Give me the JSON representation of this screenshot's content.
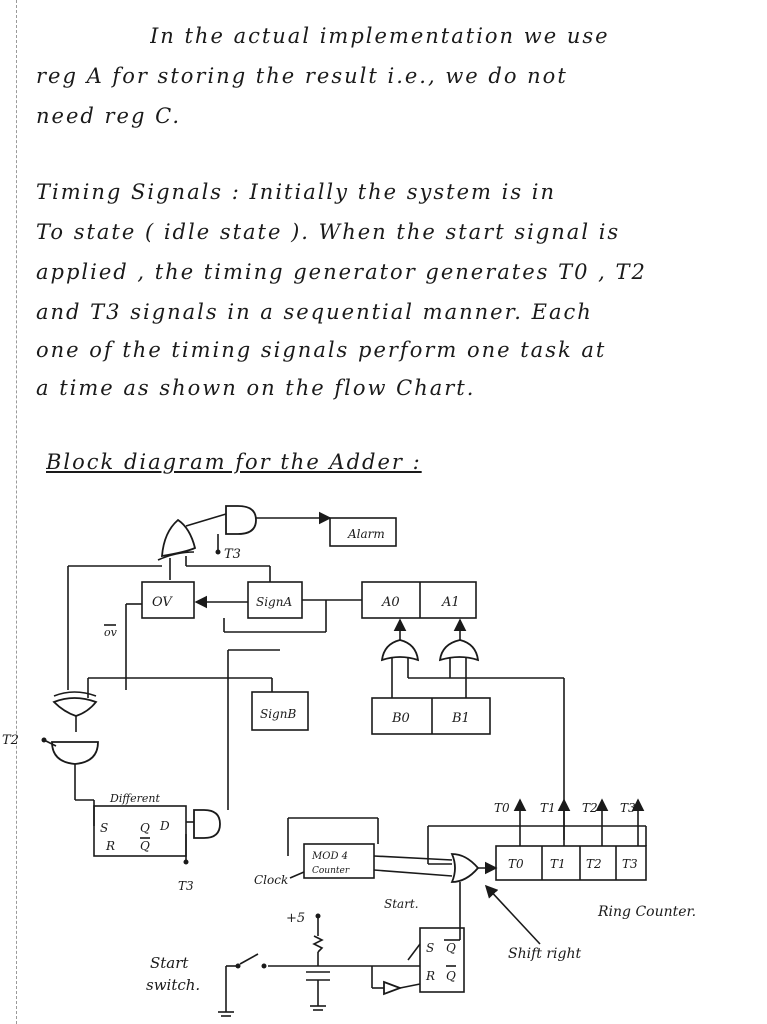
{
  "text_lines": [
    "In the actual implementation we use",
    "reg A for storing the result i.e., we do not",
    "need reg C.",
    "Timing Signals : Initially the system is in",
    "To state ( idle state ). When the start signal is",
    "applied , the timing generator generates T0 , T2",
    "and T3 signals in a sequential manner. Each",
    "one of the timing signals perform one task at",
    "a time as shown on the flow Chart."
  ],
  "diagram": {
    "title": "Block diagram for the Adder :",
    "alarm": "Alarm",
    "ov": "OV",
    "ov_bar": "ov",
    "sign_a": "SignA",
    "a0": "A0",
    "a1": "A1",
    "sign_b": "SignB",
    "b0": "B0",
    "b1": "B1",
    "t3_top": "T3",
    "t2_left": "T2",
    "different": "Different",
    "s": "S",
    "r": "R",
    "q": "Q",
    "q_bar": "Q",
    "d": "D",
    "t3_bottom": "T3",
    "out_t0": "T0",
    "out_t1": "T1",
    "out_t2": "T2",
    "out_t3": "T3",
    "rc_t0": "T0",
    "rc_t1": "T1",
    "rc_t2": "T2",
    "rc_t3": "T3",
    "mod4_line1": "MOD 4",
    "mod4_line2": "Counter",
    "clock": "Clock",
    "start": "Start.",
    "ring_counter": "Ring Counter.",
    "plus5": "+5",
    "start_switch_1": "Start",
    "start_switch_2": "switch.",
    "ff_s": "S",
    "ff_r": "R",
    "ff_q": "Q",
    "ff_qbar": "Q",
    "shift_right": "Shift right"
  }
}
